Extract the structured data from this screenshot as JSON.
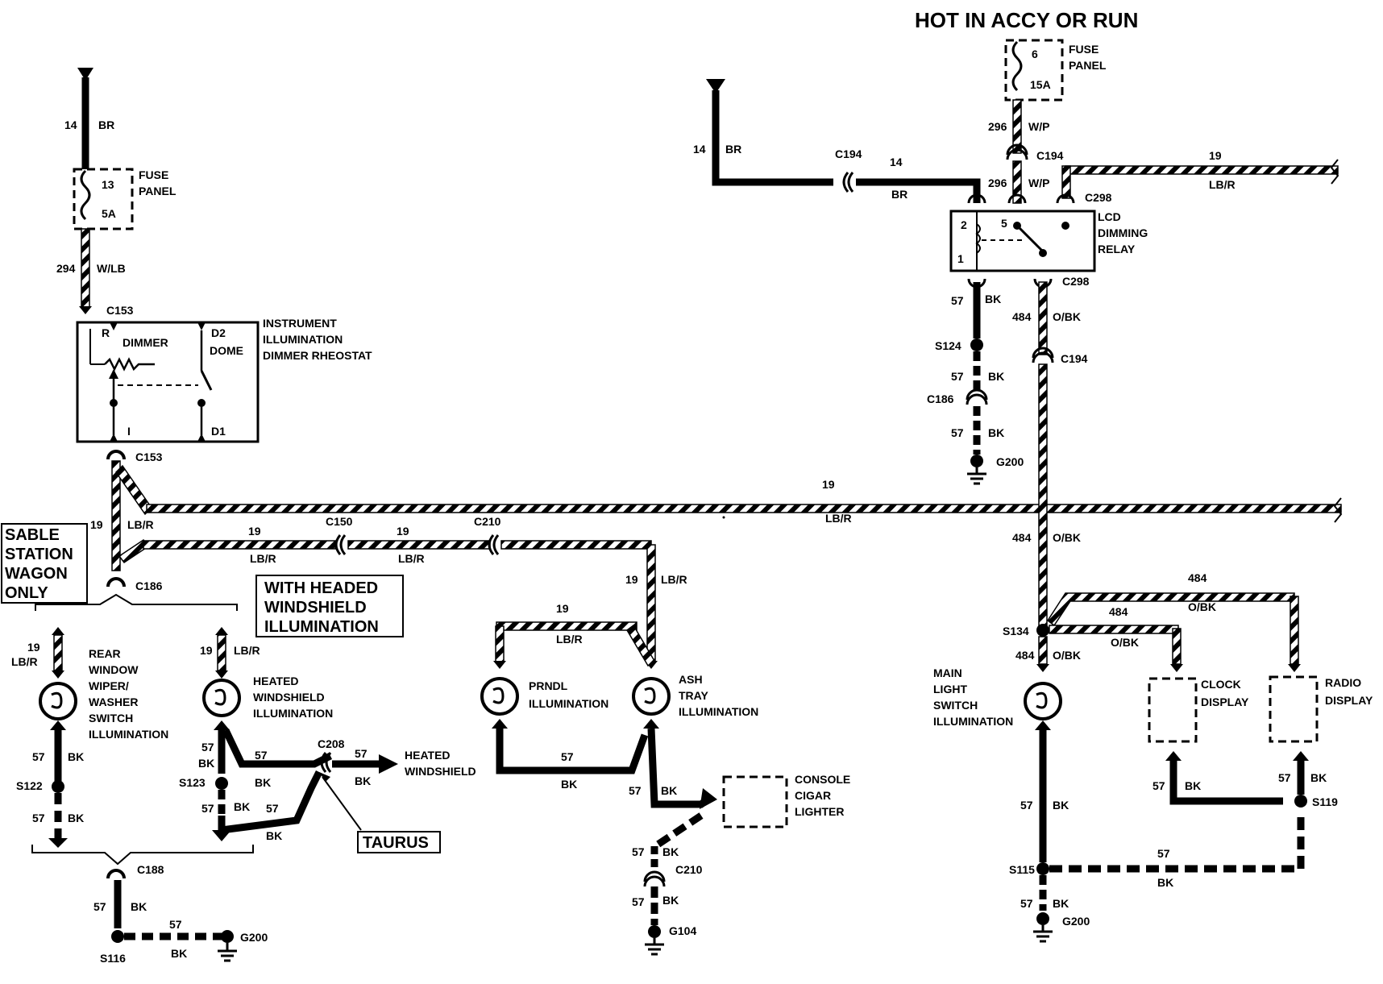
{
  "header": {
    "text": "HOT IN ACCY OR RUN"
  },
  "fuse_left": {
    "label": [
      "FUSE",
      "PANEL"
    ],
    "num": "13",
    "amp": "5A"
  },
  "fuse_right": {
    "label": [
      "FUSE",
      "PANEL"
    ],
    "num": "6",
    "amp": "15A"
  },
  "dimmer": {
    "title": [
      "INSTRUMENT",
      "ILLUMINATION",
      "DIMMER RHEOSTAT"
    ],
    "pins": {
      "r": "R",
      "dimmer": "DIMMER",
      "d2": "D2",
      "dome": "DOME",
      "i": "I",
      "d1": "D1"
    }
  },
  "relay": {
    "title": [
      "LCD",
      "DIMMING",
      "RELAY"
    ],
    "pins": {
      "p2": "2",
      "p5": "5",
      "p1": "1"
    }
  },
  "notes": {
    "sable": [
      "SABLE",
      "STATION",
      "WAGON",
      "ONLY"
    ],
    "heated": [
      "WITH HEADED",
      "WINDSHIELD",
      "ILLUMINATION"
    ],
    "taurus": "TAURUS"
  },
  "components": {
    "rear_wiper": [
      "REAR",
      "WINDOW",
      "WIPER/",
      "WASHER",
      "SWITCH",
      "ILLUMINATION"
    ],
    "heated_ws_illum": [
      "HEATED",
      "WINDSHIELD",
      "ILLUMINATION"
    ],
    "heated_ws": [
      "HEATED",
      "WINDSHIELD"
    ],
    "prndl": [
      "PRNDL",
      "ILLUMINATION"
    ],
    "ash_tray": [
      "ASH",
      "TRAY",
      "ILLUMINATION"
    ],
    "console": [
      "CONSOLE",
      "CIGAR",
      "LIGHTER"
    ],
    "main_light": [
      "MAIN",
      "LIGHT",
      "SWITCH",
      "ILLUMINATION"
    ],
    "clock": [
      "CLOCK",
      "DISPLAY"
    ],
    "radio": [
      "RADIO",
      "DISPLAY"
    ]
  },
  "wire_labels": {
    "n14": "14",
    "br": "BR",
    "n294": "294",
    "wlb": "W/LB",
    "n296": "296",
    "wp": "W/P",
    "n19": "19",
    "lbr": "LB/R",
    "n57": "57",
    "bk": "BK",
    "n484": "484",
    "obk": "O/BK"
  },
  "connectors": {
    "c153": "C153",
    "c186": "C186",
    "c150": "C150",
    "c210": "C210",
    "c208": "C208",
    "c194": "C194",
    "c298": "C298",
    "c188": "C188"
  },
  "splices": {
    "s122": "S122",
    "s123": "S123",
    "s116": "S116",
    "s124": "S124",
    "s134": "S134",
    "s119": "S119",
    "s115": "S115"
  },
  "grounds": {
    "g200": "G200",
    "g104": "G104"
  }
}
